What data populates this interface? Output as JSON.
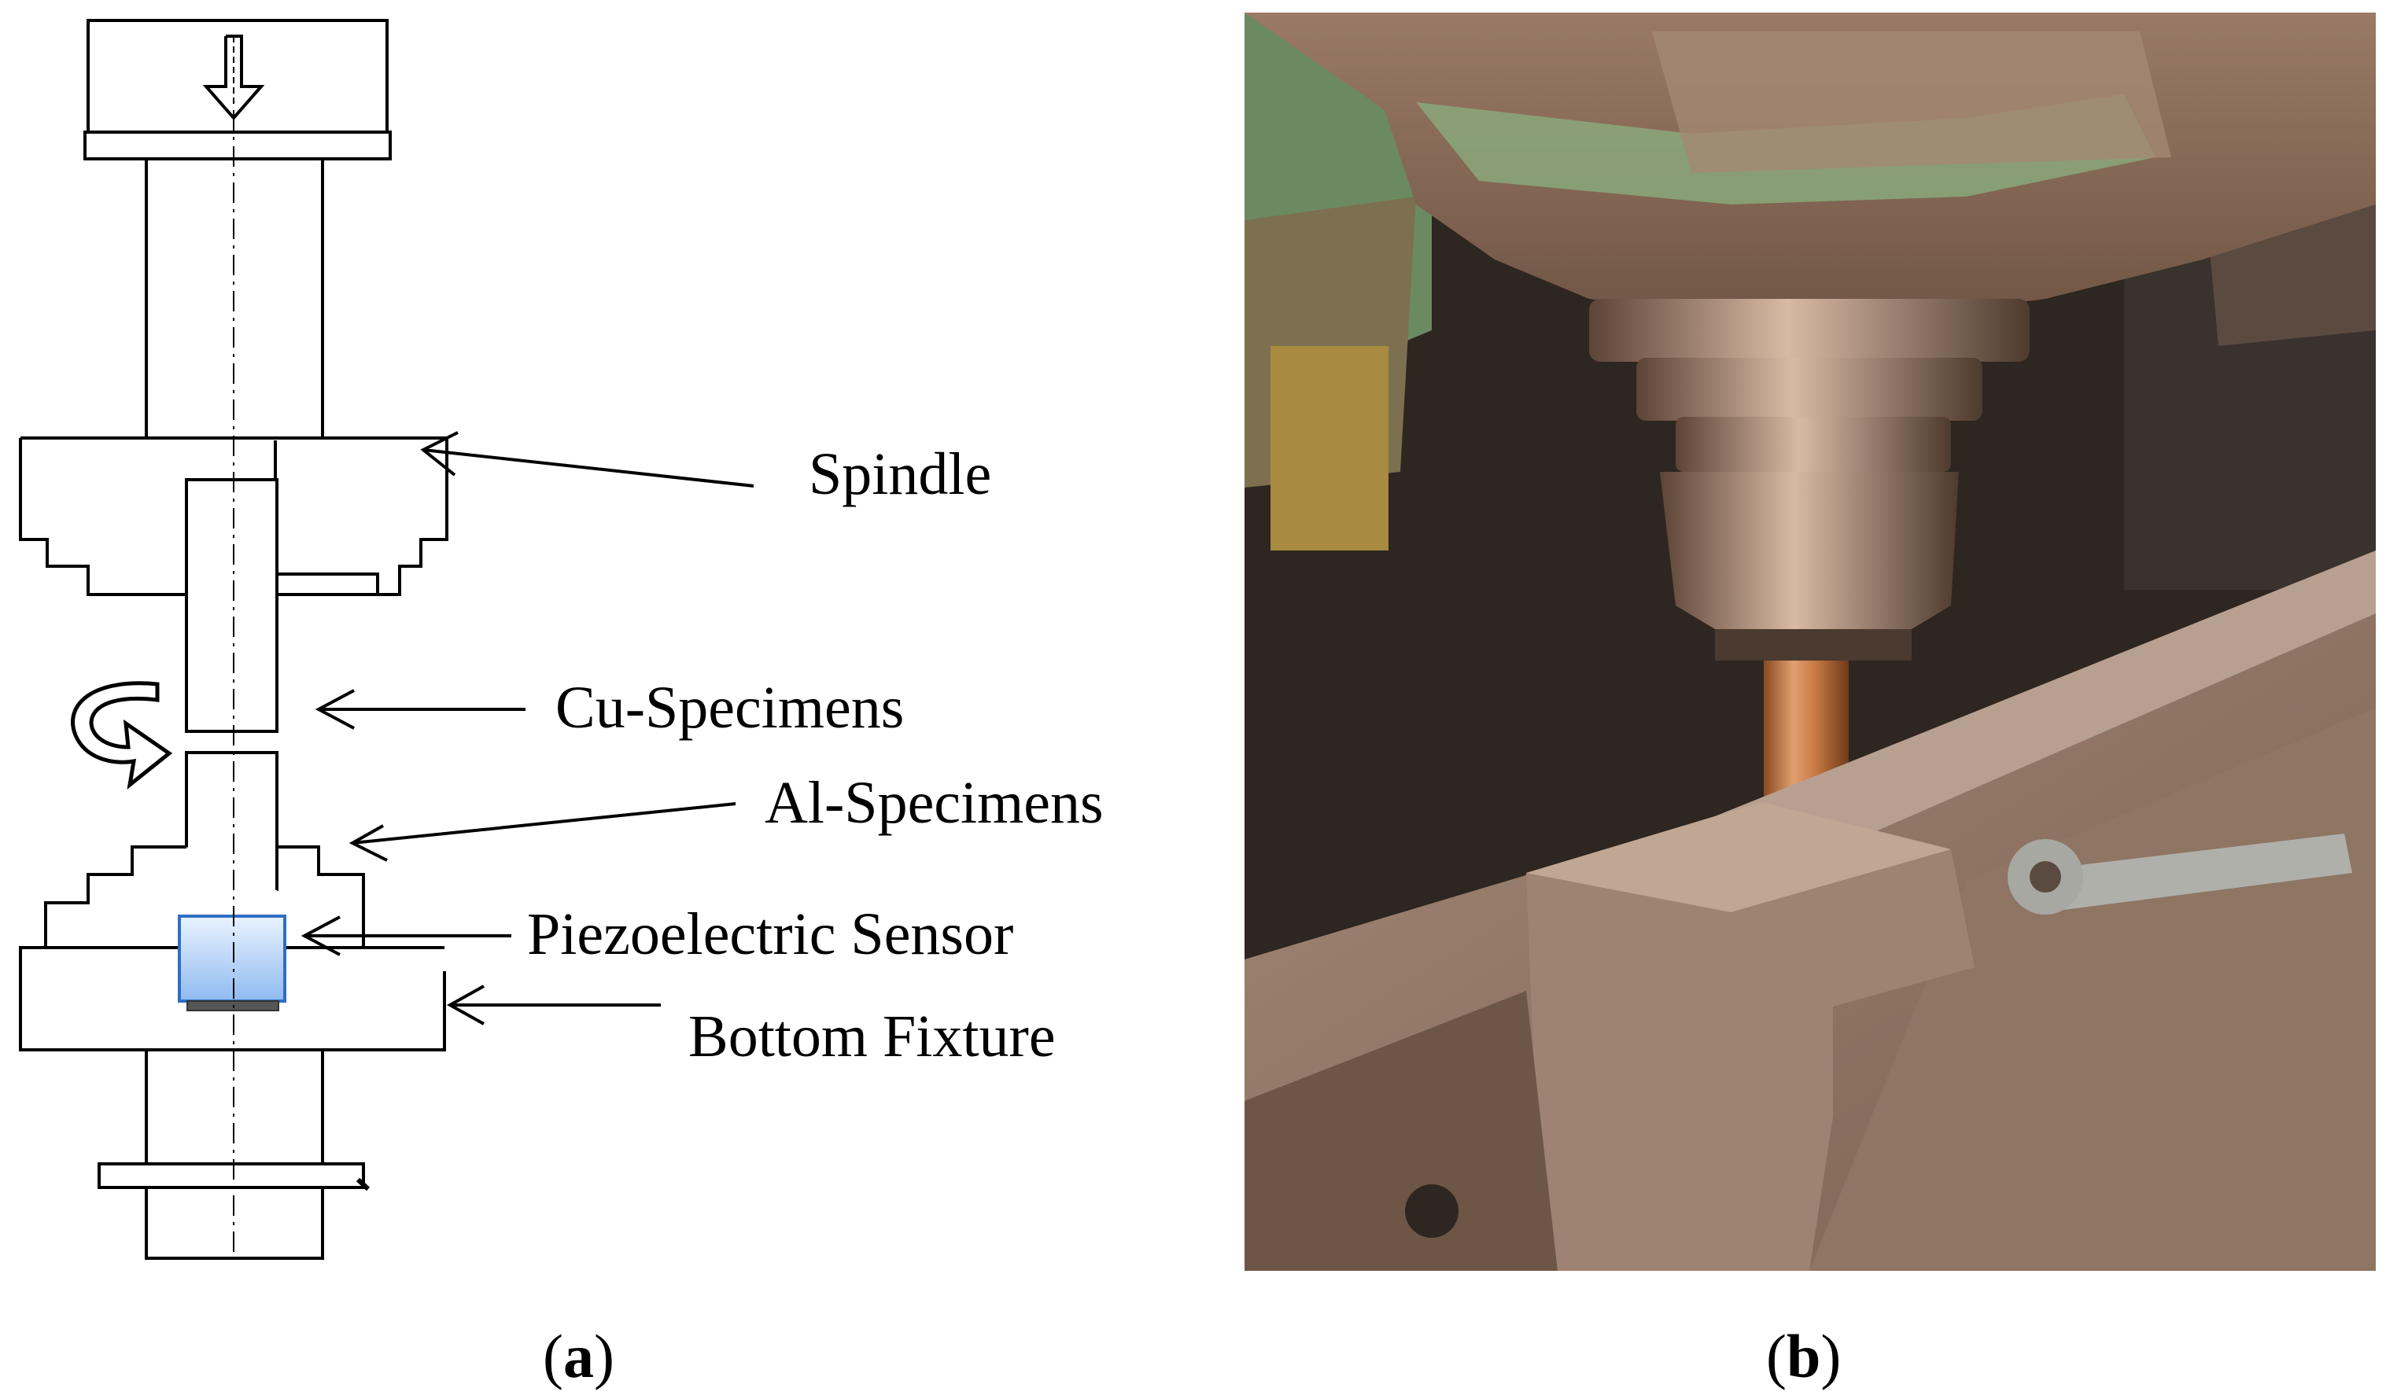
{
  "panel_a": {
    "labels": {
      "spindle": "Spindle",
      "cu_specimens": "Cu-Specimens",
      "al_specimens": "Al-Specimens",
      "piezo_sensor": "Piezoelectric Sensor",
      "bottom_fixture": "Bottom Fixture"
    },
    "caption": {
      "open": "(",
      "letter": "a",
      "close": ")"
    },
    "colors": {
      "sensor_fill_top": "#eaf3ff",
      "sensor_fill_bottom": "#8fbaf0",
      "sensor_stroke": "#2f6fc4",
      "line": "#000000"
    },
    "icons": [
      "down-arrow-icon",
      "rotation-arrow-icon"
    ]
  },
  "panel_b": {
    "caption": {
      "open": "(",
      "letter": "b",
      "close": ")"
    },
    "photo_colors": {
      "machine_green": "#8aa87a",
      "rust_brown": "#8c6a55",
      "copper": "#c97a45",
      "aluminum": "#d8d8d4",
      "shadow": "#2e2620"
    }
  }
}
